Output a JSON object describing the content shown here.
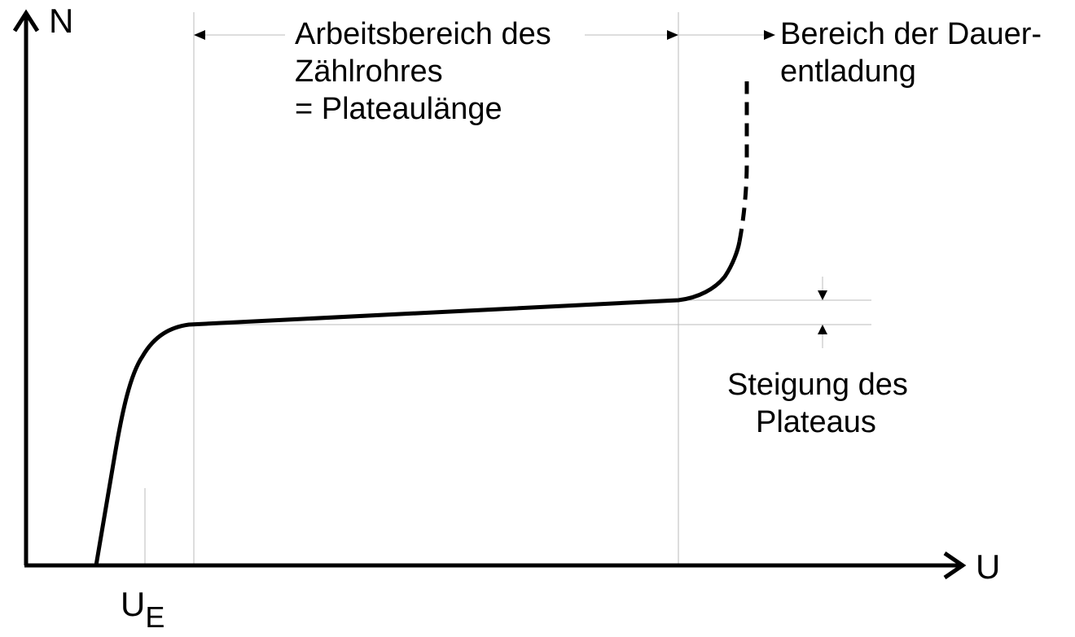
{
  "axes": {
    "y_label": "N",
    "x_label": "U"
  },
  "markers": {
    "onset_main": "U",
    "onset_sub": "E"
  },
  "annotations": {
    "working_range": [
      "Arbeitsbereich des",
      "Zählrohres",
      "= Plateaulänge"
    ],
    "discharge_region": [
      "Bereich der Dauer-",
      "entladung"
    ],
    "plateau_slope": [
      "Steigung des",
      "Plateaus"
    ]
  },
  "colors": {
    "ink": "#000000",
    "guide": "#bbbbbb"
  }
}
